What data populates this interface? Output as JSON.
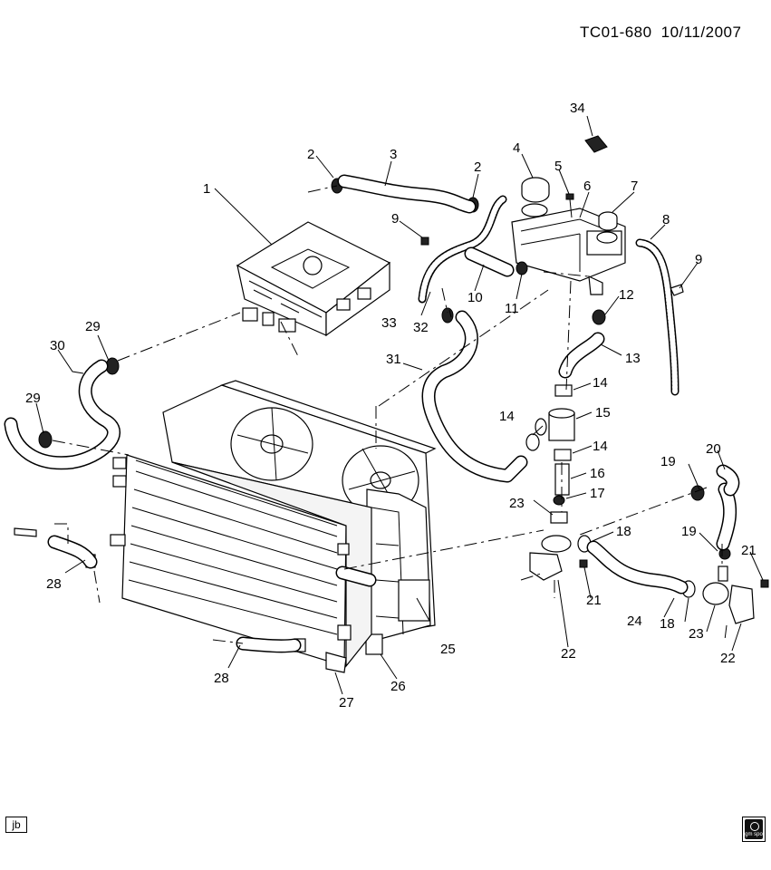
{
  "header": {
    "code": "TC01-680",
    "date": "10/11/2007"
  },
  "footer": {
    "initials": "jb",
    "logo_text": "gm spo"
  },
  "callouts": {
    "c1": "1",
    "c2a": "2",
    "c2b": "2",
    "c3": "3",
    "c4": "4",
    "c5": "5",
    "c6": "6",
    "c7": "7",
    "c8": "8",
    "c9a": "9",
    "c9b": "9",
    "c10": "10",
    "c11": "11",
    "c12": "12",
    "c13": "13",
    "c14a": "14",
    "c14b": "14",
    "c14c": "14",
    "c15": "15",
    "c16": "16",
    "c17": "17",
    "c18a": "18",
    "c18b": "18",
    "c19a": "19",
    "c19b": "19",
    "c20": "20",
    "c21a": "21",
    "c21b": "21",
    "c22a": "22",
    "c22b": "22",
    "c23a": "23",
    "c23b": "23",
    "c24": "24",
    "c25": "25",
    "c26": "26",
    "c27": "27",
    "c28a": "28",
    "c28b": "28",
    "c29a": "29",
    "c29b": "29",
    "c30": "30",
    "c31": "31",
    "c32": "32",
    "c33": "33",
    "c34": "34"
  }
}
